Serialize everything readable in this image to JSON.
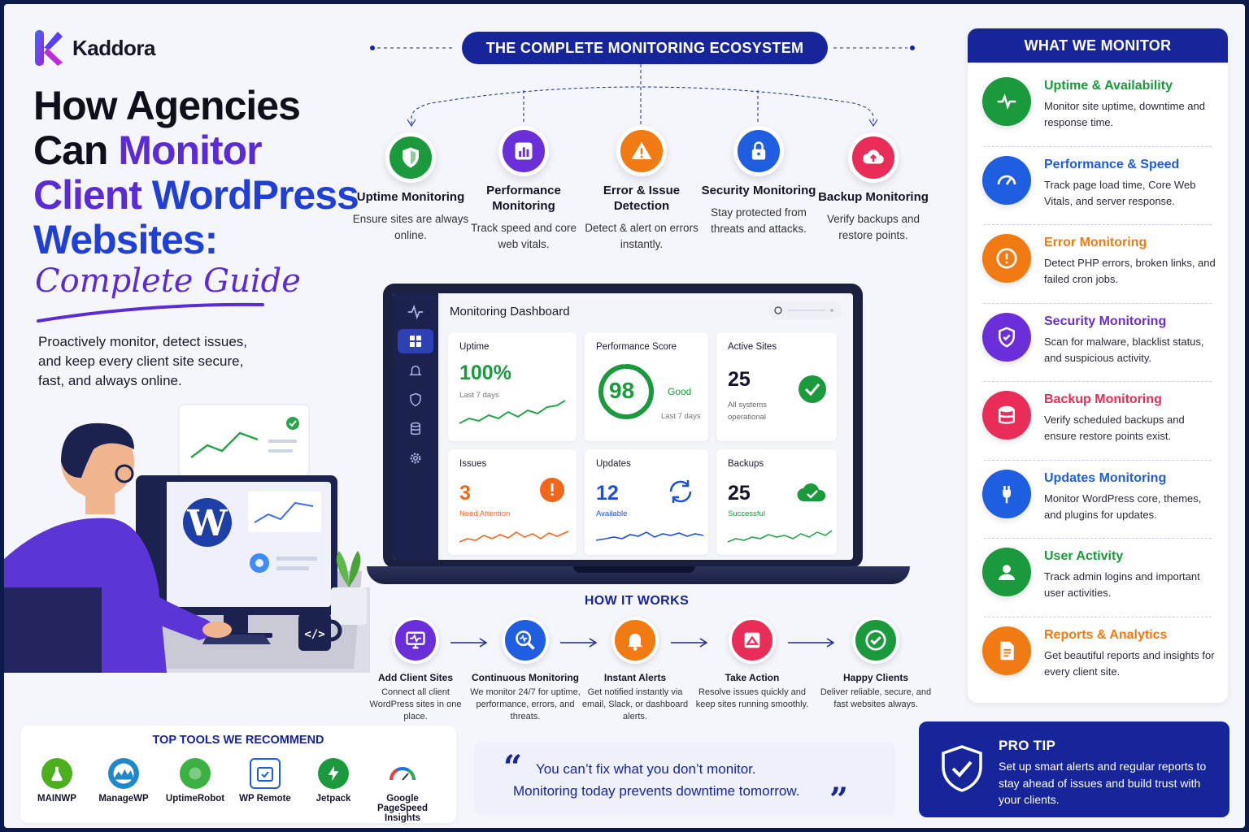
{
  "brand": {
    "name": "Kaddora"
  },
  "title": {
    "line1": "How Agencies",
    "line2a": "Can ",
    "line2b": "Monitor",
    "line3a": "Client ",
    "line3b": "WordPress",
    "line4": "Websites:",
    "script": "Complete Guide"
  },
  "intro": "Proactively monitor, detect issues, and keep every client site secure, fast, and always online.",
  "ecosystem": {
    "banner": "THE COMPLETE MONITORING ECOSYSTEM",
    "modules": [
      {
        "title": "Uptime Monitoring",
        "desc": "Ensure sites are always online.",
        "color": "#1a9a3c",
        "icon": "shield-icon"
      },
      {
        "title": "Performance Monitoring",
        "desc": "Track speed and core web vitals.",
        "color": "#6a2fd8",
        "icon": "bar-chart-icon"
      },
      {
        "title": "Error & Issue Detection",
        "desc": "Detect & alert on errors instantly.",
        "color": "#f27a12",
        "icon": "warning-icon"
      },
      {
        "title": "Security Monitoring",
        "desc": "Stay protected from threats and attacks.",
        "color": "#1f5ee0",
        "icon": "lock-icon"
      },
      {
        "title": "Backup Monitoring",
        "desc": "Verify backups and restore points.",
        "color": "#ea2d58",
        "icon": "cloud-upload-icon"
      }
    ]
  },
  "dashboard": {
    "title": "Monitoring Dashboard",
    "uptime": {
      "label": "Uptime",
      "value": "100%",
      "sub": "Last 7 days"
    },
    "performance": {
      "label": "Performance Score",
      "value": "98",
      "grade": "Good",
      "sub": "Last 7 days",
      "score": 0.98
    },
    "active": {
      "label": "Active Sites",
      "value": "25",
      "sub": "All systems operational"
    },
    "issues": {
      "label": "Issues",
      "value": "3",
      "sub": "Need Attention"
    },
    "updates": {
      "label": "Updates",
      "value": "12",
      "sub": "Available"
    },
    "backups": {
      "label": "Backups",
      "value": "25",
      "sub": "Successful"
    }
  },
  "how": {
    "title": "HOW IT WORKS",
    "steps": [
      {
        "title": "Add Client Sites",
        "desc": "Connect all client WordPress sites in one place.",
        "color": "#6a2fd8",
        "icon": "monitor-pulse-icon"
      },
      {
        "title": "Continuous Monitoring",
        "desc": "We monitor 24/7 for uptime, performance, errors, and threats.",
        "color": "#1f5ee0",
        "icon": "magnifier-icon"
      },
      {
        "title": "Instant Alerts",
        "desc": "Get notified instantly via email, Slack, or dashboard alerts.",
        "color": "#f27a12",
        "icon": "bell-icon"
      },
      {
        "title": "Take Action",
        "desc": "Resolve issues quickly and keep sites running smoothly.",
        "color": "#ea2d58",
        "icon": "wrench-icon"
      },
      {
        "title": "Happy Clients",
        "desc": "Deliver reliable, secure, and fast websites always.",
        "color": "#1a9a3c",
        "icon": "check-circle-icon"
      }
    ]
  },
  "tools": {
    "title": "TOP TOOLS WE RECOMMEND",
    "items": [
      {
        "name": "MAINWP",
        "color": "#4caf1e"
      },
      {
        "name": "ManageWP",
        "color": "#1e88c8"
      },
      {
        "name": "UptimeRobot",
        "color": "#3cb043"
      },
      {
        "name": "WP Remote",
        "color": "#1f5ee0"
      },
      {
        "name": "Jetpack",
        "color": "#1a9a3c"
      },
      {
        "name": "Google PageSpeed Insights",
        "color": "#e94235"
      }
    ]
  },
  "quote": {
    "line1": "You can’t fix what you don’t monitor.",
    "line2": "Monitoring today prevents downtime tomorrow."
  },
  "what": {
    "title": "WHAT WE MONITOR",
    "items": [
      {
        "title": "Uptime & Availability",
        "desc": "Monitor site uptime, downtime and response time.",
        "color": "#1a9a3c",
        "icon": "pulse-icon"
      },
      {
        "title": "Performance & Speed",
        "desc": "Track page load time, Core Web Vitals, and server response.",
        "color": "#1f5ee0",
        "icon": "speedometer-icon"
      },
      {
        "title": "Error Monitoring",
        "desc": "Detect PHP errors, broken links, and failed cron jobs.",
        "color": "#f27a12",
        "icon": "alert-icon"
      },
      {
        "title": "Security Monitoring",
        "desc": "Scan for malware, blacklist status, and suspicious activity.",
        "color": "#6a2fd8",
        "icon": "shield-check-icon"
      },
      {
        "title": "Backup Monitoring",
        "desc": "Verify scheduled backups and ensure restore points exist.",
        "color": "#ea2d58",
        "icon": "database-icon"
      },
      {
        "title": "Updates Monitoring",
        "desc": "Monitor WordPress core, themes, and plugins for updates.",
        "color": "#1f5ee0",
        "icon": "plug-icon"
      },
      {
        "title": "User Activity",
        "desc": "Track admin logins and important user activities.",
        "color": "#1a9a3c",
        "icon": "user-icon"
      },
      {
        "title": "Reports & Analytics",
        "desc": "Get beautiful reports and insights for every client site.",
        "color": "#f27a12",
        "icon": "report-icon"
      }
    ]
  },
  "protip": {
    "title": "PRO TIP",
    "text": "Set up smart alerts and regular reports to stay ahead of issues and build trust with your clients."
  }
}
